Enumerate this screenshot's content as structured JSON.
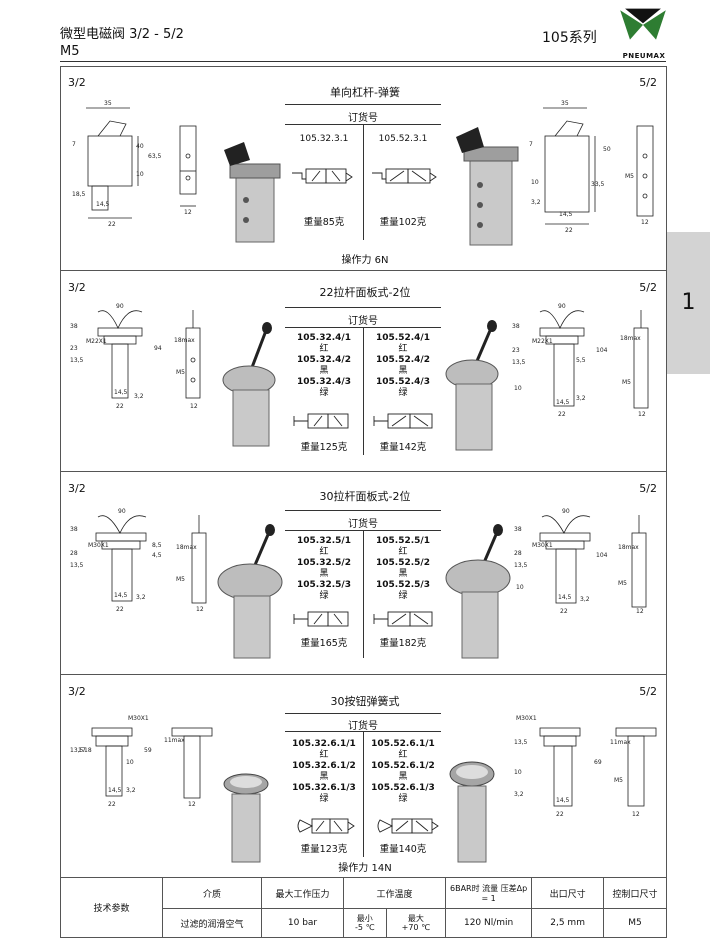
{
  "header": {
    "title": "微型电磁阀 3/2 - 5/2",
    "subtitle": "M5",
    "series": "105系列",
    "logo_text": "PNEUMAX"
  },
  "side_tab": {
    "number": "1"
  },
  "sections": [
    {
      "left_label": "3/2",
      "right_label": "5/2",
      "title": "单向杠杆-弹簧",
      "order_label": "订货号",
      "col1": {
        "part": "105.32.3.1",
        "weight": "重量85克"
      },
      "col2": {
        "part": "105.52.3.1",
        "weight": "重量102克"
      },
      "force": "操作力 6N"
    },
    {
      "left_label": "3/2",
      "right_label": "5/2",
      "title": "22拉杆面板式-2位",
      "order_label": "订货号",
      "col1": {
        "items": [
          {
            "part": "105.32.4/1",
            "color": "红"
          },
          {
            "part": "105.32.4/2",
            "color": "黑"
          },
          {
            "part": "105.32.4/3",
            "color": "绿"
          }
        ],
        "weight": "重量125克"
      },
      "col2": {
        "items": [
          {
            "part": "105.52.4/1",
            "color": "红"
          },
          {
            "part": "105.52.4/2",
            "color": "黑"
          },
          {
            "part": "105.52.4/3",
            "color": "绿"
          }
        ],
        "weight": "重量142克"
      }
    },
    {
      "left_label": "3/2",
      "right_label": "5/2",
      "title": "30拉杆面板式-2位",
      "order_label": "订货号",
      "col1": {
        "items": [
          {
            "part": "105.32.5/1",
            "color": "红"
          },
          {
            "part": "105.32.5/2",
            "color": "黑"
          },
          {
            "part": "105.32.5/3",
            "color": "绿"
          }
        ],
        "weight": "重量165克"
      },
      "col2": {
        "items": [
          {
            "part": "105.52.5/1",
            "color": "红"
          },
          {
            "part": "105.52.5/2",
            "color": "黑"
          },
          {
            "part": "105.52.5/3",
            "color": "绿"
          }
        ],
        "weight": "重量182克"
      }
    },
    {
      "left_label": "3/2",
      "right_label": "5/2",
      "title": "30按钮弹簧式",
      "order_label": "订货号",
      "col1": {
        "items": [
          {
            "part": "105.32.6.1/1",
            "color": "红"
          },
          {
            "part": "105.32.6.1/2",
            "color": "黑"
          },
          {
            "part": "105.32.6.1/3",
            "color": "绿"
          }
        ],
        "weight": "重量123克"
      },
      "col2": {
        "items": [
          {
            "part": "105.52.6.1/1",
            "color": "红"
          },
          {
            "part": "105.52.6.1/2",
            "color": "黑"
          },
          {
            "part": "105.52.6.1/3",
            "color": "绿"
          }
        ],
        "weight": "重量140克"
      },
      "force": "操作力 14N"
    }
  ],
  "dimensions": {
    "s1_left": [
      "35",
      "7",
      "40",
      "63,5",
      "10",
      "18,5",
      "14,5",
      "22",
      "12"
    ],
    "s1_right": [
      "35",
      "7",
      "50",
      "33,5",
      "M5",
      "10",
      "3,2",
      "14,5",
      "22",
      "12"
    ],
    "s2_left": [
      "90",
      "38",
      "M22X1",
      "23",
      "13,5",
      "94",
      "18max",
      "M5",
      "3,2",
      "14,5",
      "22",
      "12"
    ],
    "s2_right": [
      "90",
      "38",
      "M22X1",
      "23",
      "13,5",
      "104",
      "18max",
      "10",
      "5,5",
      "3,2",
      "M5",
      "14,5",
      "22",
      "12"
    ],
    "s3_left": [
      "90",
      "38",
      "M30X1",
      "28",
      "13,5",
      "8,5",
      "4,5",
      "18max",
      "M5",
      "3,2",
      "14,5",
      "22",
      "12"
    ],
    "s3_right": [
      "90",
      "38",
      "M30X1",
      "28",
      "13,5",
      "104",
      "18max",
      "10",
      "3,2",
      "M5",
      "14,5",
      "22",
      "12"
    ],
    "s4_left": [
      "M30X1",
      "13,5",
      "17",
      "18",
      "59",
      "11max",
      "10",
      "3,2",
      "14,5",
      "22",
      "12"
    ],
    "s4_right": [
      "M30X1",
      "13,5",
      "69",
      "11max",
      "10",
      "3,2",
      "M5",
      "14,5",
      "22",
      "12"
    ]
  },
  "spec_table": {
    "header_label": "技术参数",
    "columns": [
      "介质",
      "最大工作压力",
      "工作温度",
      "6BAR时 流量 压差Δp = 1",
      "出口尺寸",
      "控制口尺寸"
    ],
    "values": {
      "medium": "过滤的润滑空气",
      "pressure": "10 bar",
      "temp_min_label": "最小",
      "temp_min": "-5 ℃",
      "temp_max_label": "最大",
      "temp_max": "+70 ℃",
      "flow": "120 Nl/min",
      "outlet": "2,5 mm",
      "control": "M5"
    }
  }
}
